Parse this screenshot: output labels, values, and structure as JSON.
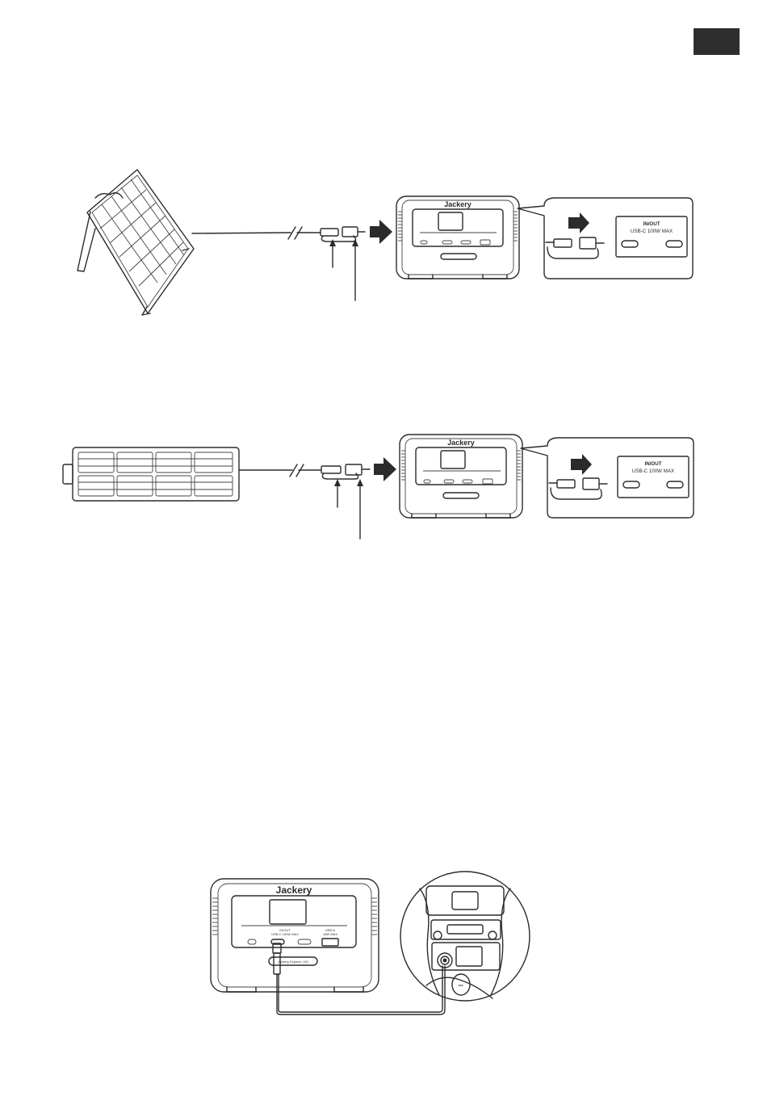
{
  "brand": "Jackery",
  "port_panel": {
    "title": "IN/OUT",
    "subtitle": "USB-C 100W MAX"
  },
  "device": {
    "model_label": "Jackery Explorer 100",
    "port_label_left": "IN/OUT",
    "port_label_left_sub": "USB-C 100W MAX",
    "port_label_right": "USB-A",
    "port_label_right_sub": "18W MAX"
  },
  "colors": {
    "ink": "#2b2b2b",
    "page_tab": "#2e2e2e",
    "background": "#ffffff"
  },
  "icons": {
    "direction_arrow": "right-arrow-icon",
    "callout_arrow": "up-arrow-icon"
  }
}
